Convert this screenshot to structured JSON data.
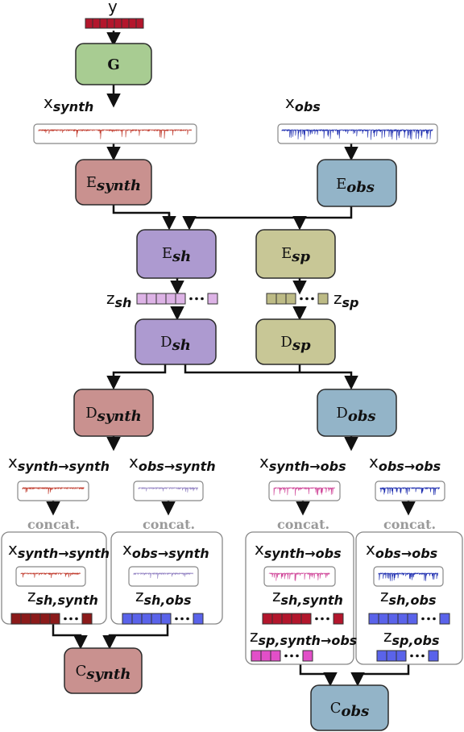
{
  "labels": {
    "y": "y",
    "G": "G",
    "x_synth": {
      "main": "x",
      "sub": "synth"
    },
    "x_obs": {
      "main": "x",
      "sub": "obs"
    },
    "E_synth": {
      "main": "E",
      "sub": "synth"
    },
    "E_obs": {
      "main": "E",
      "sub": "obs"
    },
    "E_sh": {
      "main": "E",
      "sub": "sh"
    },
    "E_sp": {
      "main": "E",
      "sub": "sp"
    },
    "z_sh": {
      "main": "z",
      "sub": "sh"
    },
    "z_sp": {
      "main": "z",
      "sub": "sp"
    },
    "D_sh": {
      "main": "D",
      "sub": "sh"
    },
    "D_sp": {
      "main": "D",
      "sub": "sp"
    },
    "D_synth": {
      "main": "D",
      "sub": "synth"
    },
    "D_obs": {
      "main": "D",
      "sub": "obs"
    },
    "x_ss": {
      "main": "x",
      "sub": "synth→synth"
    },
    "x_os": {
      "main": "x",
      "sub": "obs→synth"
    },
    "x_so": {
      "main": "x",
      "sub": "synth→obs"
    },
    "x_oo": {
      "main": "x",
      "sub": "obs→obs"
    },
    "concat": "concat.",
    "z_sh_synth": {
      "main": "z",
      "sub": "sh,synth"
    },
    "z_sh_obs": {
      "main": "z",
      "sub": "sh,obs"
    },
    "z_sp_synth_obs": {
      "main": "z",
      "sub": "sp,synth→obs"
    },
    "z_sp_obs": {
      "main": "z",
      "sub": "sp,obs"
    },
    "C_synth": {
      "main": "C",
      "sub": "synth"
    },
    "C_obs": {
      "main": "C",
      "sub": "obs"
    }
  },
  "colors": {
    "green": "#a8cc92",
    "red_node": "#c9918f",
    "blue_node": "#93b4c8",
    "purple_node": "#ad9ad0",
    "olive_node": "#c8c796",
    "dark_red": "#b3162c",
    "maroon": "#8b1a1a",
    "sig_red": "#c0392b",
    "sig_blue": "#1f2fb0",
    "sig_pink": "#d0489a",
    "sig_lavender": "#9585c4",
    "pink_vec": "#ddb3e6",
    "olive_vec": "#bdbb86",
    "magenta_vec": "#e24fc8",
    "blue_vec": "#5a63ea"
  }
}
